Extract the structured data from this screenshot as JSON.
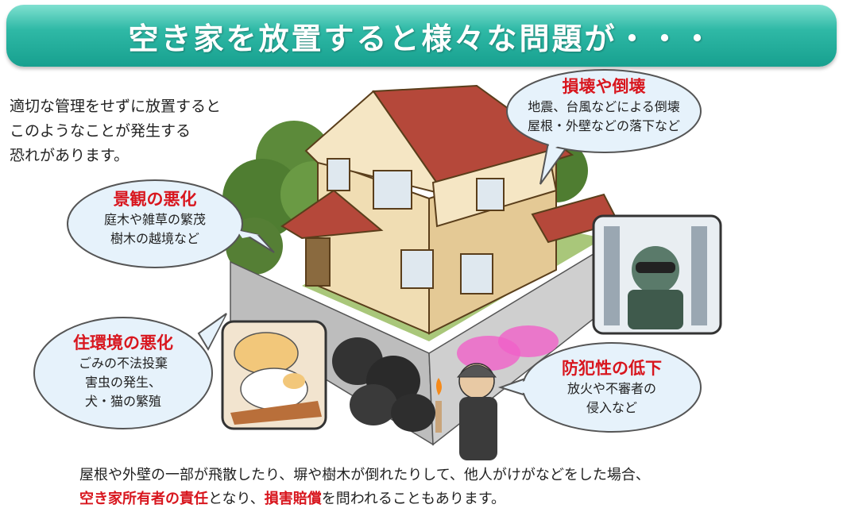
{
  "banner": {
    "title": "空き家を放置すると様々な問題が・・・"
  },
  "intro": {
    "lines": [
      "適切な管理をせずに放置すると",
      "このようなことが発生する",
      "恐れがあります。"
    ]
  },
  "bubbles": {
    "collapse": {
      "title": "損壊や倒壊",
      "lines": [
        "地震、台風などによる倒壊",
        "屋根・外壁などの落下など"
      ]
    },
    "scenery": {
      "title": "景観の悪化",
      "lines": [
        "庭木や雑草の繁茂",
        "樹木の越境など"
      ]
    },
    "living": {
      "title": "住環境の悪化",
      "lines": [
        "ごみの不法投棄",
        "害虫の発生、",
        "犬・猫の繁殖"
      ]
    },
    "crime": {
      "title": "防犯性の低下",
      "lines": [
        "放火や不審者の",
        "侵入など"
      ]
    }
  },
  "footer": {
    "line1": "屋根や外壁の一部が飛散したり、塀や樹木が倒れたりして、他人がけがなどをした場合、",
    "line2_red1": "空き家所有者の責任",
    "line2_mid": "となり、",
    "line2_red2": "損害賠償",
    "line2_end": "を問われることもあります。"
  }
}
